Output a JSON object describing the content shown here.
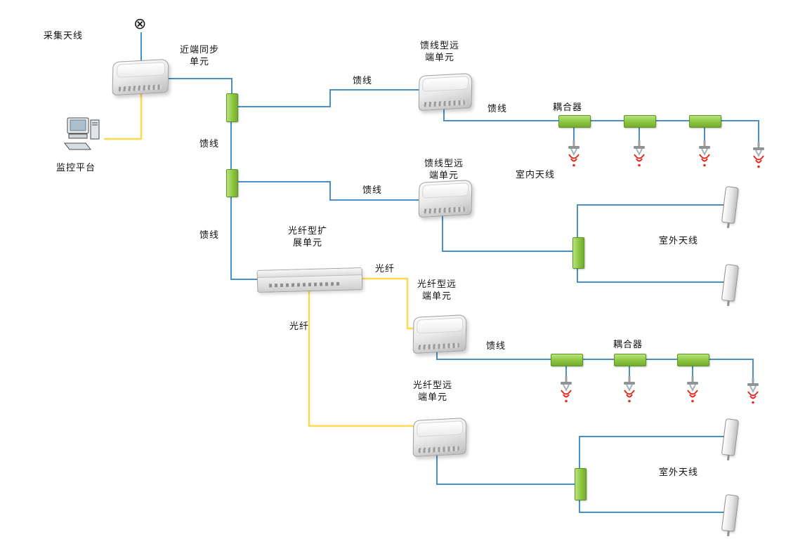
{
  "colors": {
    "feeder_line_blue": "#4a90c8",
    "fiber_line_yellow": "#ffd94d",
    "coupler_green": "#8cc63f",
    "signal_red": "#e02b20"
  },
  "icons": {
    "collect_antenna_symbol": "⊗"
  },
  "labels": {
    "collect_antenna": "采集天线",
    "near_end_sync_unit": "近端同步\n单元",
    "monitor_platform": "监控平台",
    "feeder": "馈线",
    "fiber": "光纤",
    "feeder_remote_unit": "馈线型远\n端单元",
    "fiber_expansion_unit": "光纤型扩\n展单元",
    "fiber_remote_unit": "光纤型远\n端单元",
    "coupler": "耦合器",
    "indoor_antenna": "室内天线",
    "outdoor_antenna": "室外天线"
  }
}
